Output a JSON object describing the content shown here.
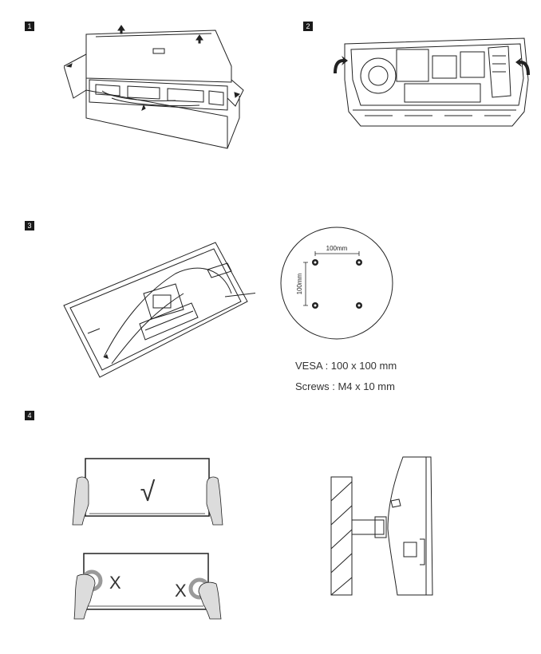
{
  "steps": [
    {
      "number": "1",
      "illustration": "open-box-lid"
    },
    {
      "number": "2",
      "illustration": "lift-foam-tray"
    },
    {
      "number": "3",
      "illustration": "monitor-back-vesa-mount"
    },
    {
      "number": "4",
      "illustration": "handling-and-wall-mount"
    }
  ],
  "vesa_detail": {
    "horizontal_label": "100mm",
    "vertical_label": "100mm"
  },
  "specs": {
    "vesa": "VESA : 100 x 100 mm",
    "screws": "Screws : M4 x 10 mm"
  },
  "marks": {
    "correct": "√",
    "wrong": "X"
  },
  "colors": {
    "line": "#222222",
    "badge": "#1a1a1a",
    "skin": "#dcdcdc",
    "wrong_ring": "#9a9a9a"
  }
}
